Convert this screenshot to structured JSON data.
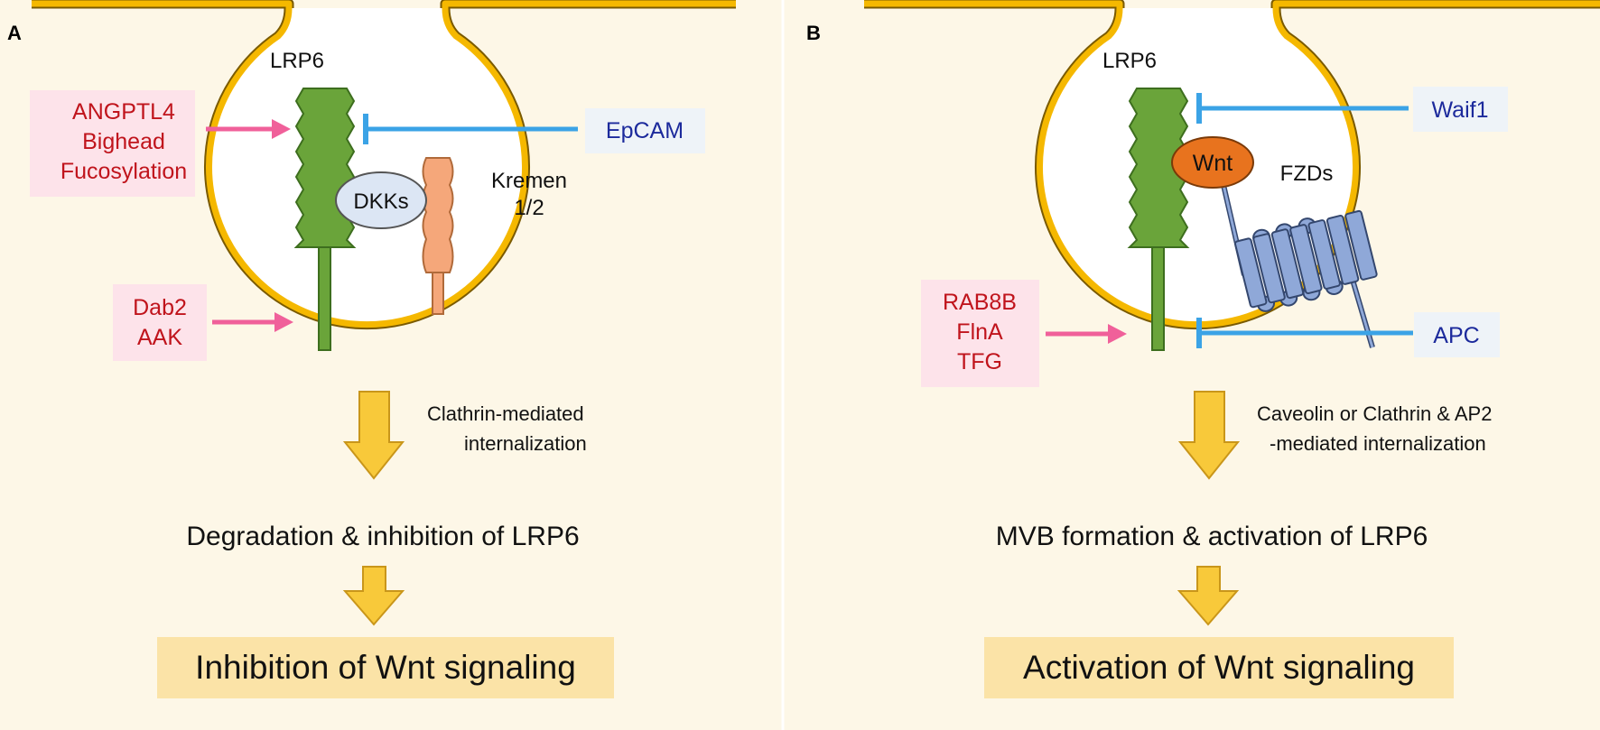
{
  "colors": {
    "panel_bg": "#fdf7e7",
    "membrane": "#f5b800",
    "lrp6": "#6aa43a",
    "activator_arrow": "#f0609a",
    "inhibitor_bar": "#3ba3e6",
    "activator_box": "#fde3ea",
    "inhibitor_box": "#eef3f8",
    "down_arrow": "#f8c93a",
    "final_box": "#fbe3a7",
    "kremen": "#f5a77a",
    "wnt": "#e8731e",
    "fzd": "#8fa8d8"
  },
  "panel_a": {
    "letter": "A",
    "lrp6_label": "LRP6",
    "activators_top": [
      "ANGPTL4",
      "Bighead",
      "Fucosylation"
    ],
    "activators_bottom": [
      "Dab2",
      "AAK"
    ],
    "inhibitor": "EpCAM",
    "dkks_label": "DKKs",
    "kremen_label": [
      "Kremen",
      "1/2"
    ],
    "internalization": [
      "Clathrin-mediated",
      "internalization"
    ],
    "outcome": "Degradation & inhibition of LRP6",
    "final": "Inhibition of Wnt signaling"
  },
  "panel_b": {
    "letter": "B",
    "lrp6_label": "LRP6",
    "wnt_label": "Wnt",
    "fzds_label": "FZDs",
    "inhibitor_top": "Waif1",
    "inhibitor_bottom": "APC",
    "activators": [
      "RAB8B",
      "FlnA",
      "TFG"
    ],
    "internalization": [
      "Caveolin or Clathrin & AP2",
      "-mediated internalization"
    ],
    "outcome": "MVB formation & activation of LRP6",
    "final": "Activation of Wnt signaling"
  }
}
